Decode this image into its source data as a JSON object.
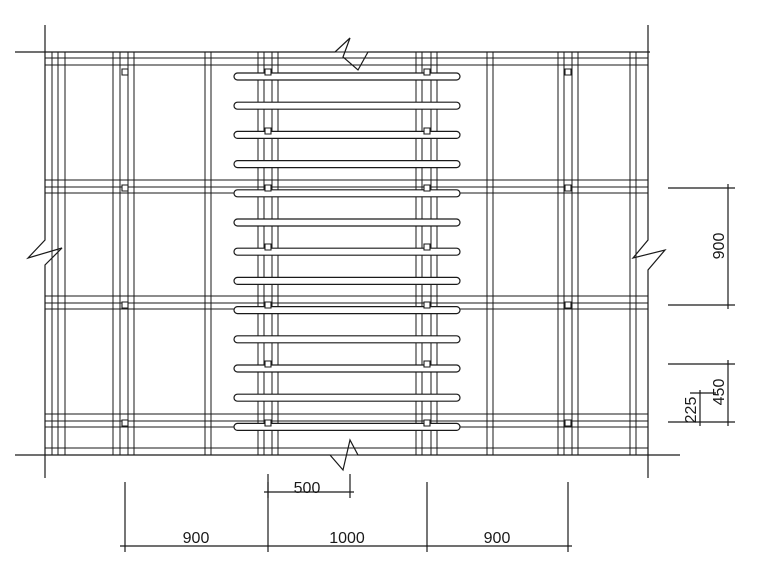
{
  "dimensions": {
    "bottom": [
      "900",
      "1000",
      "900"
    ],
    "middle": "500",
    "right_upper": "900",
    "right_lower_outer": "450",
    "right_lower_inner": "225"
  }
}
